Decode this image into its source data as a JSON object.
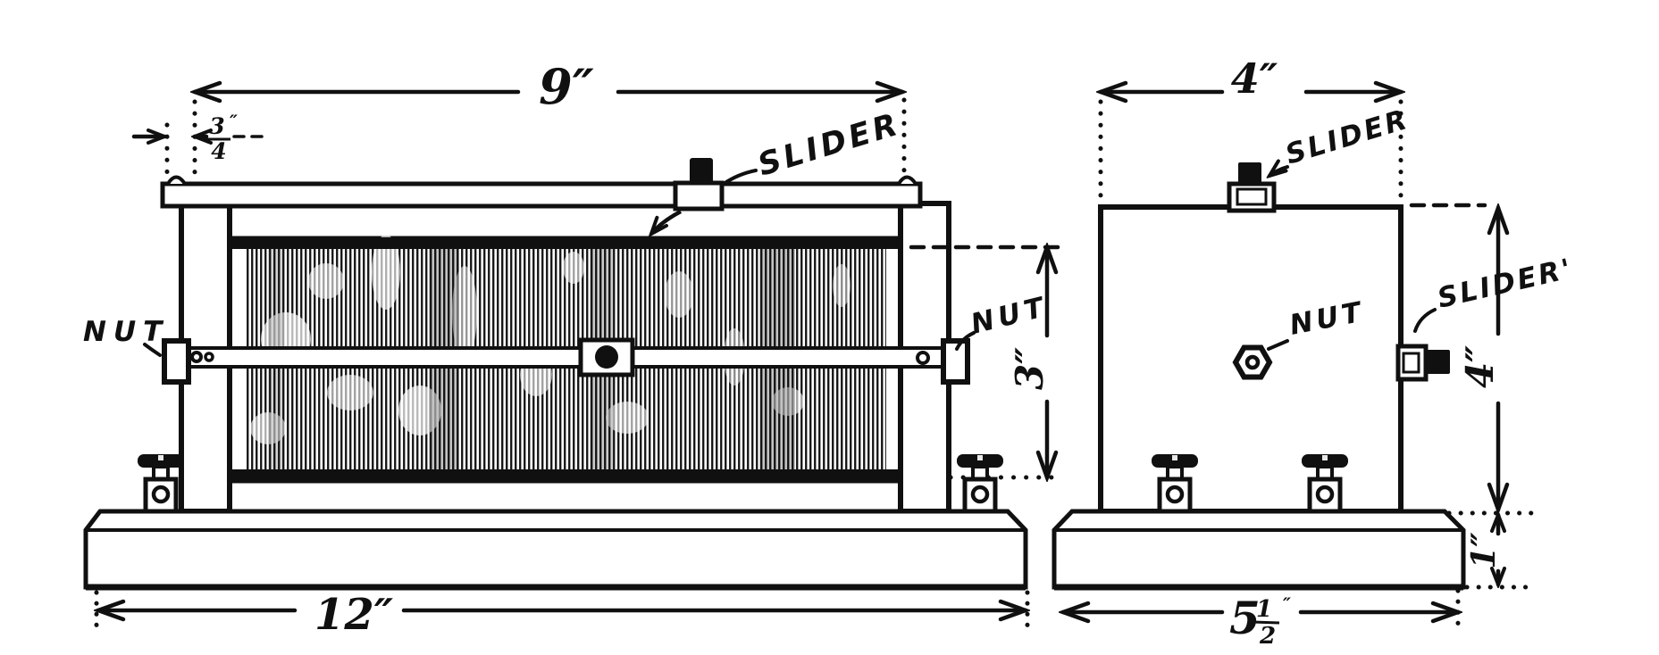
{
  "colors": {
    "ink": "#101010",
    "paper": "#ffffff"
  },
  "front_view": {
    "dim_top_width": "9″",
    "dim_post_offset": {
      "numerator": "3",
      "denominator": "4",
      "unit": "″"
    },
    "slider_label": "SLIDER",
    "nut_left_label": "NUT",
    "nut_right_label": "NUT",
    "dim_coil_height": "3″",
    "dim_base_width": "12″"
  },
  "side_view": {
    "dim_top_width": "4″",
    "slider_top_label": "SLIDER",
    "nut_label": "NUT",
    "slider_side_label": "SLIDER'",
    "dim_body_height": "4″",
    "dim_base_height": "1″",
    "dim_base_width": {
      "whole": "5",
      "numerator": "1",
      "denominator": "2",
      "unit": "″"
    }
  }
}
